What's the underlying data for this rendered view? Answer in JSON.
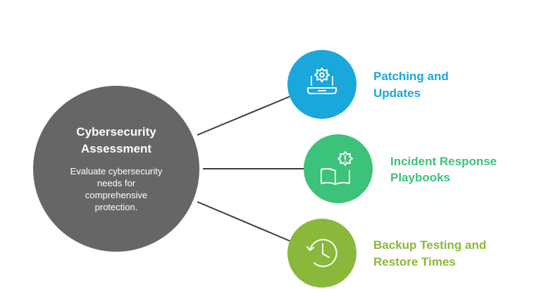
{
  "center": {
    "title_line1": "Cybersecurity",
    "title_line2": "Assessment",
    "desc_line1": "Evaluate cybersecurity",
    "desc_line2": "needs for",
    "desc_line3": "comprehensive",
    "desc_line4": "protection.",
    "color": "#666666"
  },
  "branches": [
    {
      "label_line1": "Patching and",
      "label_line2": "Updates",
      "icon": "laptop-gear-icon",
      "color": "#1aa7dc"
    },
    {
      "label_line1": "Incident Response",
      "label_line2": "Playbooks",
      "icon": "book-alert-icon",
      "color": "#3cc27a"
    },
    {
      "label_line1": "Backup Testing and",
      "label_line2": "Restore Times",
      "icon": "history-clock-icon",
      "color": "#8ab83a"
    }
  ],
  "connector_color": "#3d3d3d"
}
